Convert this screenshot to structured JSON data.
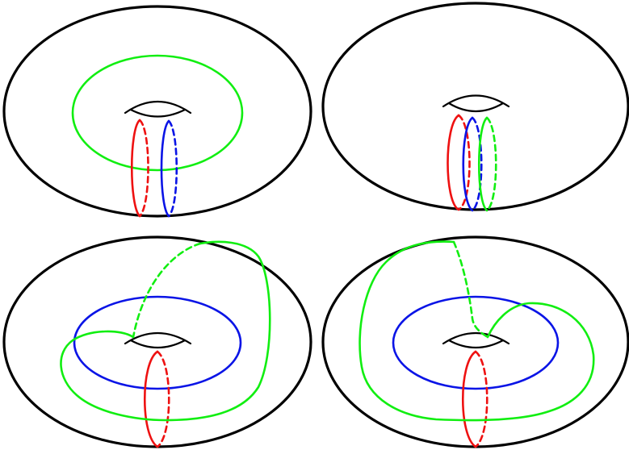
{
  "colors": {
    "outline": "#000000",
    "red": "#ee1111",
    "blue": "#0a14e6",
    "green": "#11ee11",
    "background": "#ffffff"
  },
  "panels": [
    {
      "id": "top-left",
      "curves": [
        "green-longitude",
        "red-meridian",
        "blue-meridian"
      ]
    },
    {
      "id": "top-right",
      "curves": [
        "red-meridian",
        "blue-meridian",
        "green-meridian"
      ]
    },
    {
      "id": "bottom-left",
      "curves": [
        "blue-longitude",
        "red-meridian",
        "green-twisted"
      ]
    },
    {
      "id": "bottom-right",
      "curves": [
        "blue-longitude",
        "red-meridian",
        "green-twisted"
      ]
    }
  ]
}
